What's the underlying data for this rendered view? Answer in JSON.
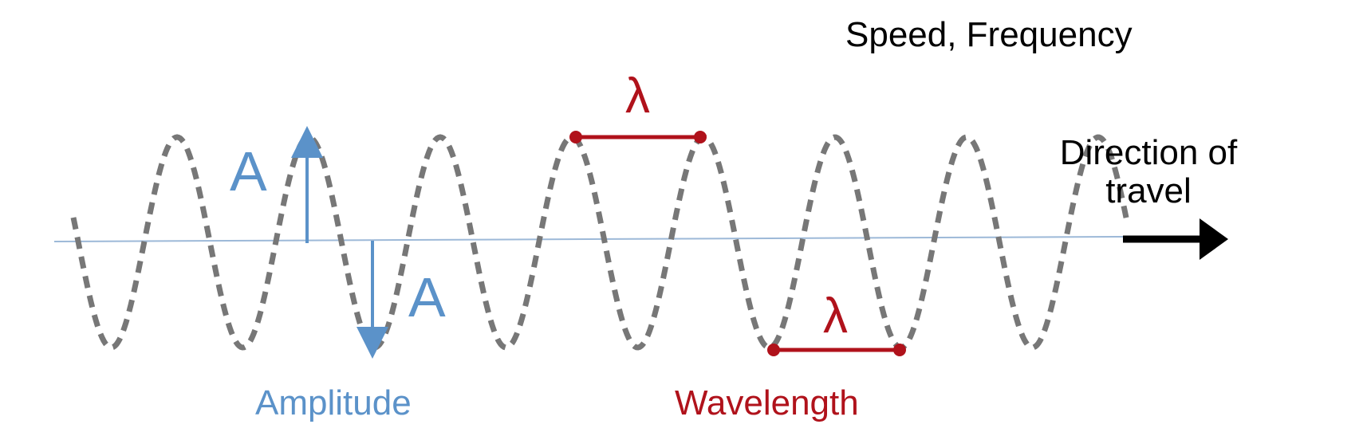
{
  "labels": {
    "speed_frequency": "Speed, Frequency",
    "direction_of_travel": "Direction of travel",
    "amplitude_symbol": "A",
    "wavelength_symbol": "λ",
    "amplitude_caption": "Amplitude",
    "wavelength_caption": "Wavelength"
  },
  "wave": {
    "style": "dashed sine",
    "cycles_shown": 8
  },
  "colors": {
    "wave": "#777777",
    "axis": "#9db9d8",
    "amplitude": "#5b92c9",
    "wavelength": "#b0121b",
    "arrow": "#000000",
    "text": "#000000"
  },
  "icons": {
    "direction_arrow": "right-arrow-icon",
    "amplitude_arrows": "arrow-icon"
  }
}
